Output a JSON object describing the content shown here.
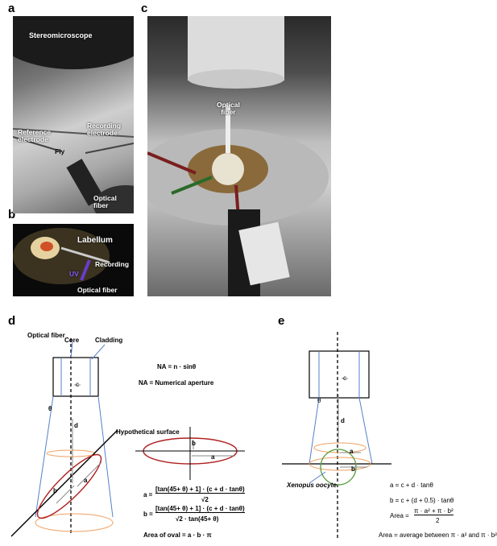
{
  "panel_labels": {
    "a": "a",
    "b": "b",
    "c": "c",
    "d": "d",
    "e": "e"
  },
  "panel_a": {
    "stereomicroscope": "Stereomicroscope",
    "reference_electrode": "Reference\nelectrode",
    "recording_electrode": "Recording\nelectrode",
    "fly": "Fly",
    "optical_fiber": "Optical\nfiber"
  },
  "panel_b": {
    "labellum": "Labellum",
    "recording": "Recording",
    "uv": "UV",
    "optical_fiber": "Optical fiber"
  },
  "panel_c": {
    "optical_fiber": "Optical\nfiber"
  },
  "panel_d": {
    "optical_fiber": "Optical fiber",
    "core": "Core",
    "cladding": "Cladding",
    "na_formula": "NA = n · sinθ",
    "na_def": "NA = Numerical aperture",
    "theta": "θ",
    "c": "c",
    "d": "d",
    "a": "a",
    "b": "b",
    "hypothetical_surface": "Hypothetical surface",
    "formula_a_num": "[tan(45+ θ) + 1] · (c + d · tanθ)",
    "formula_a_den": "√2",
    "formula_b_num": "[tan(45+ θ) + 1] · (c + d · tanθ)",
    "formula_b_den": "√2 · tan(45+ θ)",
    "a_eq": "a =",
    "b_eq": "b =",
    "area_oval": "Area of oval = a · b · π"
  },
  "panel_e": {
    "theta": "θ",
    "c": "c",
    "d": "d",
    "a": "a",
    "b": "b",
    "xenopus": "Xenopus oocyte",
    "eq_a": "a = c + d · tanθ",
    "eq_b": "b = c + (d + 0.5) · tanθ",
    "area_left": "Area =",
    "area_num": "π · a² + π · b²",
    "area_den": "2",
    "area_avg": "Area = average between π · a² and π · b²"
  }
}
